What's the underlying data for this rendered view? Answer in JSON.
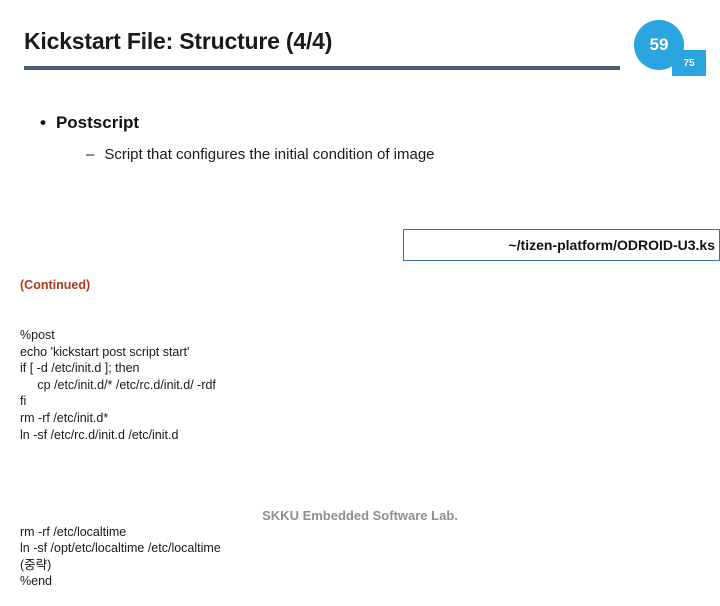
{
  "slide": {
    "title": "Kickstart File: Structure (4/4)",
    "page_number": "59",
    "page_total": "75",
    "accent_color": "#2aa5df",
    "rule_color": "#4a5f7a",
    "bullets": {
      "level1_marker": "•",
      "level1_text": "Postscript",
      "level2_marker": "–",
      "level2_text": "Script that configures the initial condition of image"
    },
    "path_label": "~/tizen-platform/ODROID-U3.ks",
    "code": {
      "continued_label": "(Continued)",
      "lines_block1": "%post\necho 'kickstart post script start'\nif [ -d /etc/init.d ]; then\n     cp /etc/init.d/* /etc/rc.d/init.d/ -rdf\nfi\nrm -rf /etc/init.d*\nln -sf /etc/rc.d/init.d /etc/init.d",
      "lines_block2": "rm -rf /etc/localtime\nln -sf /opt/etc/localtime /etc/localtime\n(중략)\n%end"
    },
    "footer": "SKKU Embedded Software Lab."
  }
}
